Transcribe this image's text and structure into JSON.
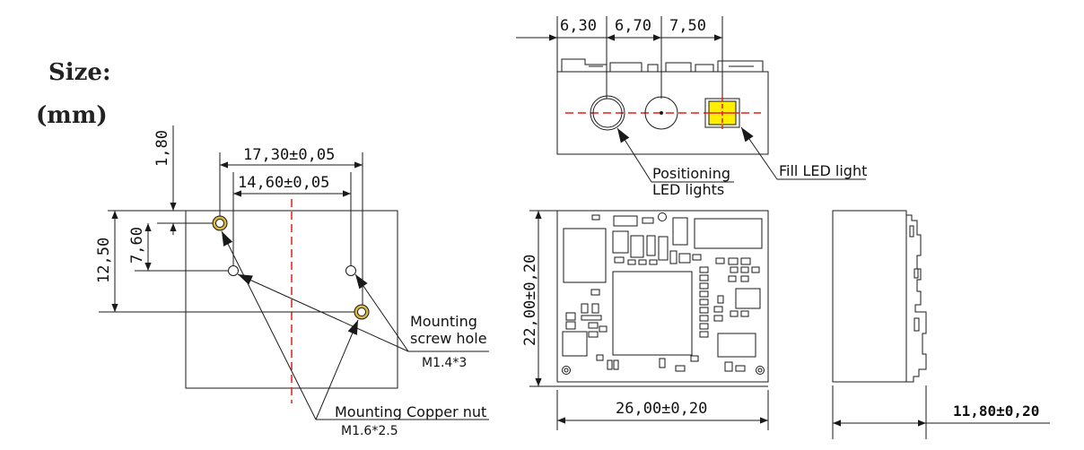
{
  "heading": {
    "size_label": "Size:",
    "unit_label": "(mm)"
  },
  "dimensions": {
    "top_left_1": "6,30",
    "top_left_2": "6,70",
    "top_left_3": "7,50",
    "outer_hole_spacing": "17,30±0,05",
    "inner_hole_spacing": "14,60±0,05",
    "top_offset": "1,80",
    "hole_vertical": "7,60",
    "height_left": "12,50",
    "board_height": "22,00±0,20",
    "board_width": "26,00±0,20",
    "side_thickness": "11,80±0,20"
  },
  "callouts": {
    "positioning_leds_line1": "Positioning",
    "positioning_leds_line2": "LED lights",
    "fill_led": "Fill LED light",
    "mounting_screw_line1": "Mounting",
    "mounting_screw_line2": "screw hole",
    "mounting_screw_spec": "M1.4*3",
    "copper_nut": "Mounting Copper nut",
    "copper_nut_spec": "M1.6*2.5"
  },
  "colors": {
    "line": "#1a1a1a",
    "centerline": "#e0201a",
    "fill_led": "#ffee00",
    "nut_ring": "#d8b840"
  }
}
